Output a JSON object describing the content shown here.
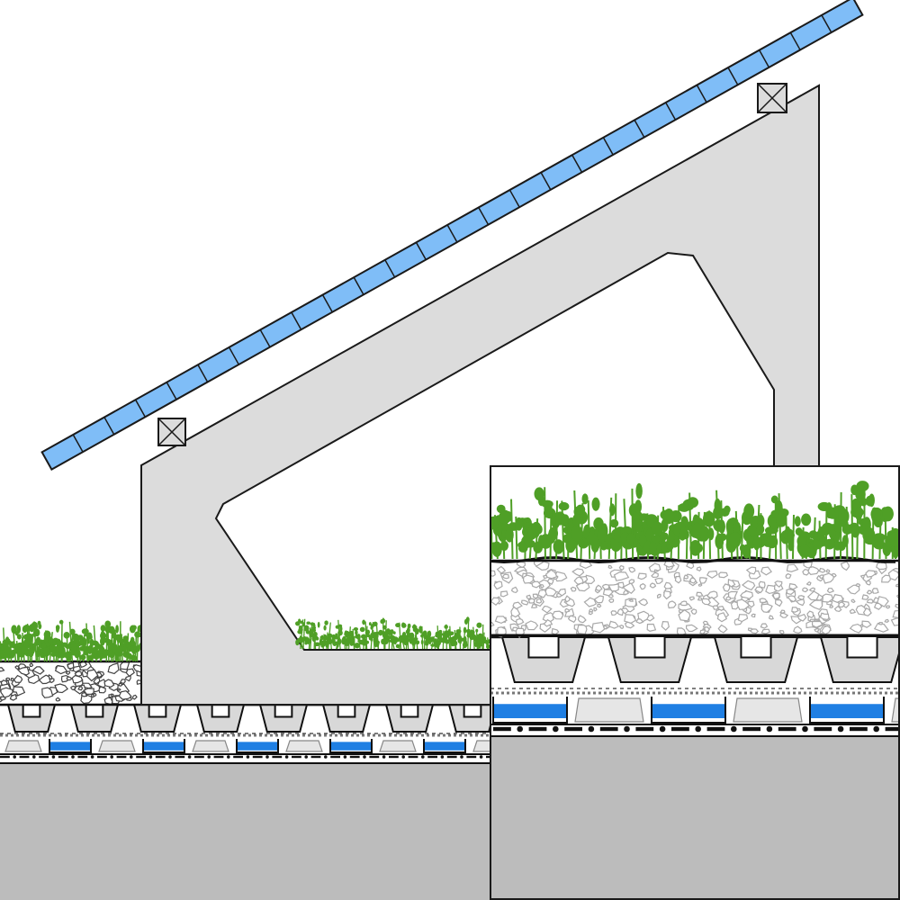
{
  "diagram": {
    "kind": "green-roof-solar-mount-cross-section",
    "labels": []
  },
  "components": {
    "solar_panel": {
      "cell_count": 26,
      "fill": "#7fbdf7",
      "stroke": "#1a1a1a"
    },
    "mounting_frame": {
      "fill": "#dcdcdc",
      "stroke": "#1a1a1a"
    },
    "vegetation": {
      "color": "#4f9f26"
    },
    "substrate": {
      "stroke": "#444444",
      "fill": "#ffffff"
    },
    "drainage_board": {
      "fill": "#d8d8d8",
      "stroke": "#111111"
    },
    "water_reservoir": {
      "color": "#1f7fe3"
    },
    "roof_deck": {
      "fill": "#bcbcbc"
    },
    "detail_inset": {
      "border": "#1a1a1a",
      "shows": "magnified-layer-stack"
    }
  }
}
